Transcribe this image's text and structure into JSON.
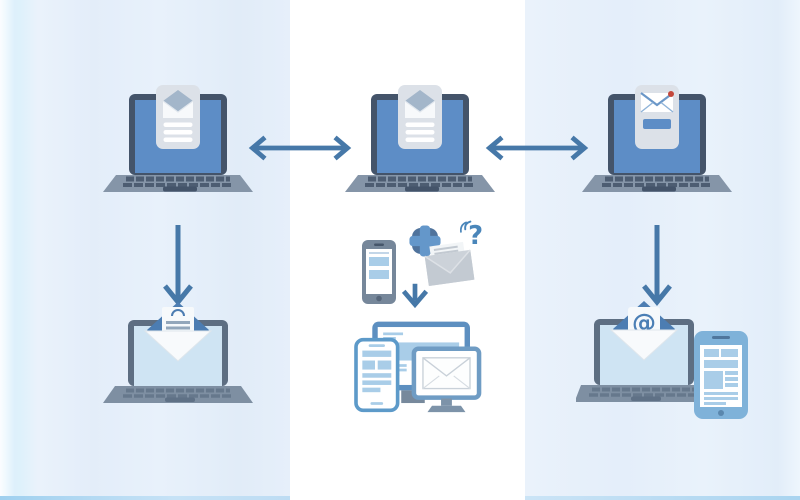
{
  "title": "Email synchronization across devices illustration",
  "glyphs": {
    "question_mark": "?",
    "at_sign": "@"
  },
  "palette": {
    "arrow": "#4678a8",
    "laptop_frame_dark": "#44546a",
    "laptop_screen_blue": "#5d8dc6",
    "laptop_base_gray": "#8595a8",
    "key_dark": "#4d5d72",
    "card_bg": "#dce1e8",
    "envelope_blue": "#4c7db2",
    "light_screen_blue": "#cfe4f3",
    "bottom_frame_gray": "#5d6e82",
    "bottom_base_gray": "#7e8fa2",
    "device_blue": "#5d9ac9",
    "monitor_blue": "#6f9cc4",
    "tablet_blue": "#7fb2d9",
    "content_blue": "#a9cde8",
    "gray_envelope": "#ccd2d9",
    "plus_front_blue": "#6497ca",
    "plus_back_blue": "#50739c",
    "question_blue": "#4a86ba",
    "notification_red": "#c4473a",
    "stand_gray": "#7d93a9"
  },
  "diagram": {
    "description": "Three laptops exchange email (bidirectional arrows); left and right laptops sync email down to receiving devices; center icons show phone, add, question and envelope syncing to a multi-device group",
    "top_nodes": [
      {
        "id": "laptop-top-left",
        "icon": "open-email-document-card"
      },
      {
        "id": "laptop-top-center",
        "icon": "open-email-document-card"
      },
      {
        "id": "laptop-top-right",
        "icon": "new-email-notification-card"
      }
    ],
    "middle_icons": [
      {
        "id": "smartphone-icon"
      },
      {
        "id": "plus-icon"
      },
      {
        "id": "question-icon"
      },
      {
        "id": "envelope-icon"
      },
      {
        "id": "down-arrow-small"
      }
    ],
    "bottom_nodes": [
      {
        "id": "laptop-bottom-left",
        "icon": "opened-envelope-letter"
      },
      {
        "id": "device-group-center",
        "icon": "phone-laptop-monitor-envelope"
      },
      {
        "id": "laptop-bottom-right",
        "icon": "opened-envelope-at-sign-with-tablet"
      }
    ],
    "edges": [
      {
        "from": "laptop-top-left",
        "to": "laptop-top-center",
        "type": "bidirectional"
      },
      {
        "from": "laptop-top-center",
        "to": "laptop-top-right",
        "type": "bidirectional"
      },
      {
        "from": "laptop-top-left",
        "to": "laptop-bottom-left",
        "type": "down"
      },
      {
        "from": "middle-icons",
        "to": "device-group-center",
        "type": "down"
      },
      {
        "from": "laptop-top-right",
        "to": "laptop-bottom-right",
        "type": "down"
      }
    ]
  }
}
